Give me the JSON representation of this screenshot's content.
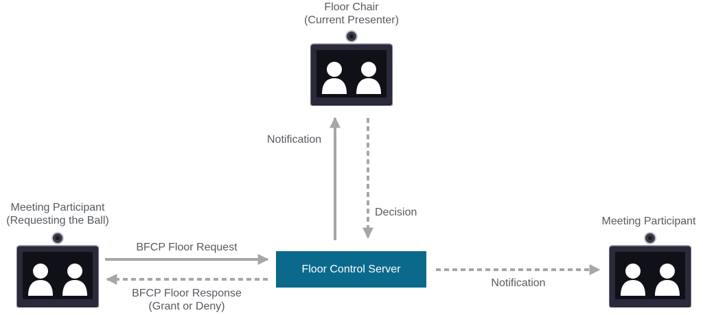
{
  "nodes": {
    "floor_chair": {
      "line1": "Floor Chair",
      "line2": "(Current Presenter)"
    },
    "requesting_participant": {
      "line1": "Meeting Participant",
      "line2": "(Requesting the Ball)"
    },
    "other_participant": {
      "label": "Meeting Participant"
    },
    "server": {
      "label": "Floor Control Server"
    }
  },
  "edges": {
    "notification_up": "Notification",
    "decision": "Decision",
    "floor_request": "BFCP Floor Request",
    "floor_response_line1": "BFCP Floor Response",
    "floor_response_line2": "(Grant or Deny)",
    "notification_right": "Notification"
  },
  "colors": {
    "server_fill": "#0b6a8c",
    "arrow": "#a6a6a6",
    "label_text": "#555a60",
    "device_body": "#2a2a3a"
  },
  "icons": {
    "device": "video-endpoint-icon"
  }
}
